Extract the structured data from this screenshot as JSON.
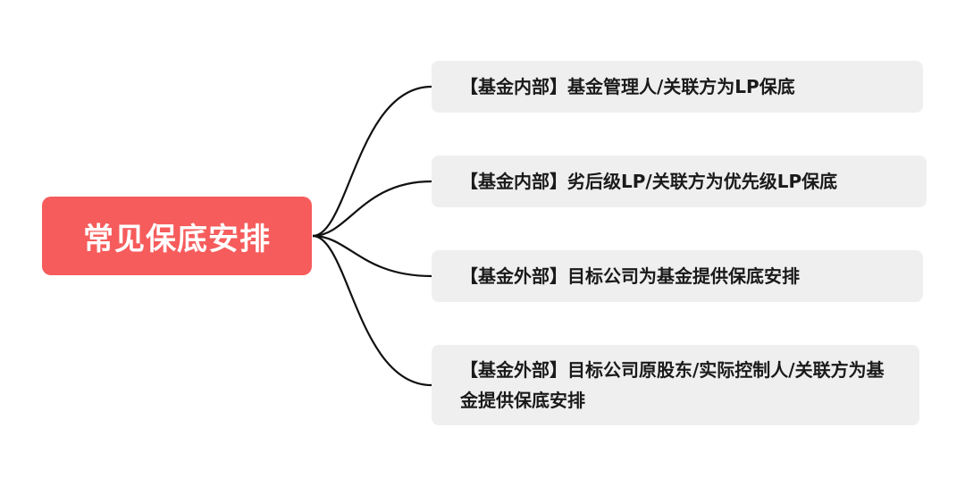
{
  "root": {
    "label": "常见保底安排",
    "color": "#f65c5c"
  },
  "branches": [
    {
      "label": "【基金内部】基金管理人/关联方为LP保底"
    },
    {
      "label": "【基金内部】劣后级LP/关联方为优先级LP保底"
    },
    {
      "label": "【基金外部】目标公司为基金提供保底安排"
    },
    {
      "label": "【基金外部】目标公司原股东/实际控制人/关联方为基金提供保底安排"
    }
  ],
  "colors": {
    "node_background": "#efefef",
    "connector": "#111111",
    "text": "#1a1a1a"
  }
}
